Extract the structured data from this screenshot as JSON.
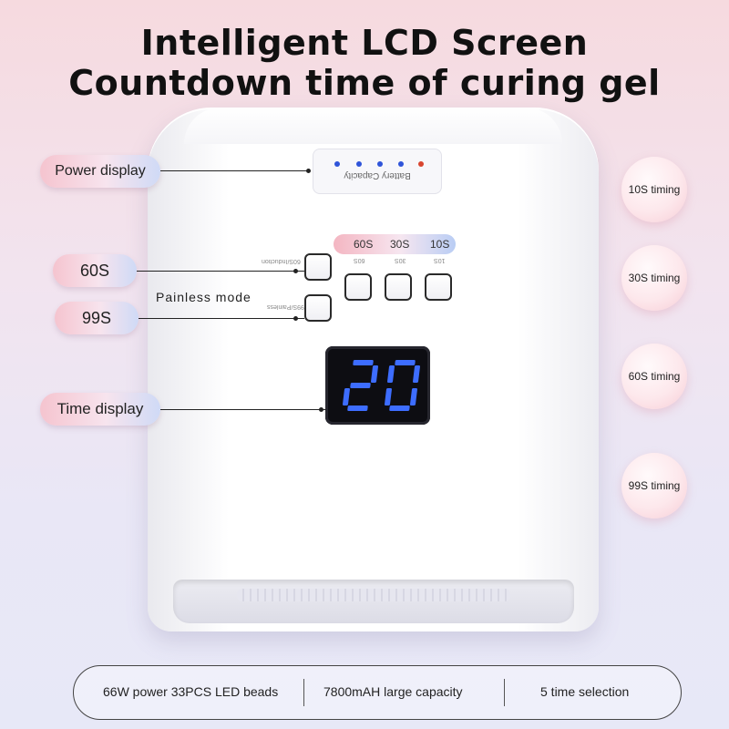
{
  "headline": {
    "line1": "Intelligent LCD Screen",
    "line2": "Countdown time of curing gel"
  },
  "device": {
    "battery_label": "Battery Capacity",
    "battery_level": "4 of 5",
    "timing_strip": {
      "label_60": "60S",
      "label_30": "30S",
      "label_10": "10S"
    },
    "tiny_60": "60S",
    "tiny_30": "30S",
    "tiny_10": "10S",
    "tiny_top": "60S/Induction",
    "tiny_low": "99S/Painless",
    "painless_mode": "Painless  mode",
    "lcd_value": "20",
    "lcd_color": "#3d6dff"
  },
  "callouts_left": {
    "power_display": "Power display",
    "btn_60": "60S",
    "btn_99": "99S",
    "time_display": "Time display"
  },
  "callouts_right": {
    "t10": "10S timing",
    "t30": "30S timing",
    "t60": "60S timing",
    "t99": "99S timing"
  },
  "features": {
    "f1": "66W power 33PCS LED beads",
    "f2": "7800mAH large capacity",
    "f3": "5 time selection"
  }
}
